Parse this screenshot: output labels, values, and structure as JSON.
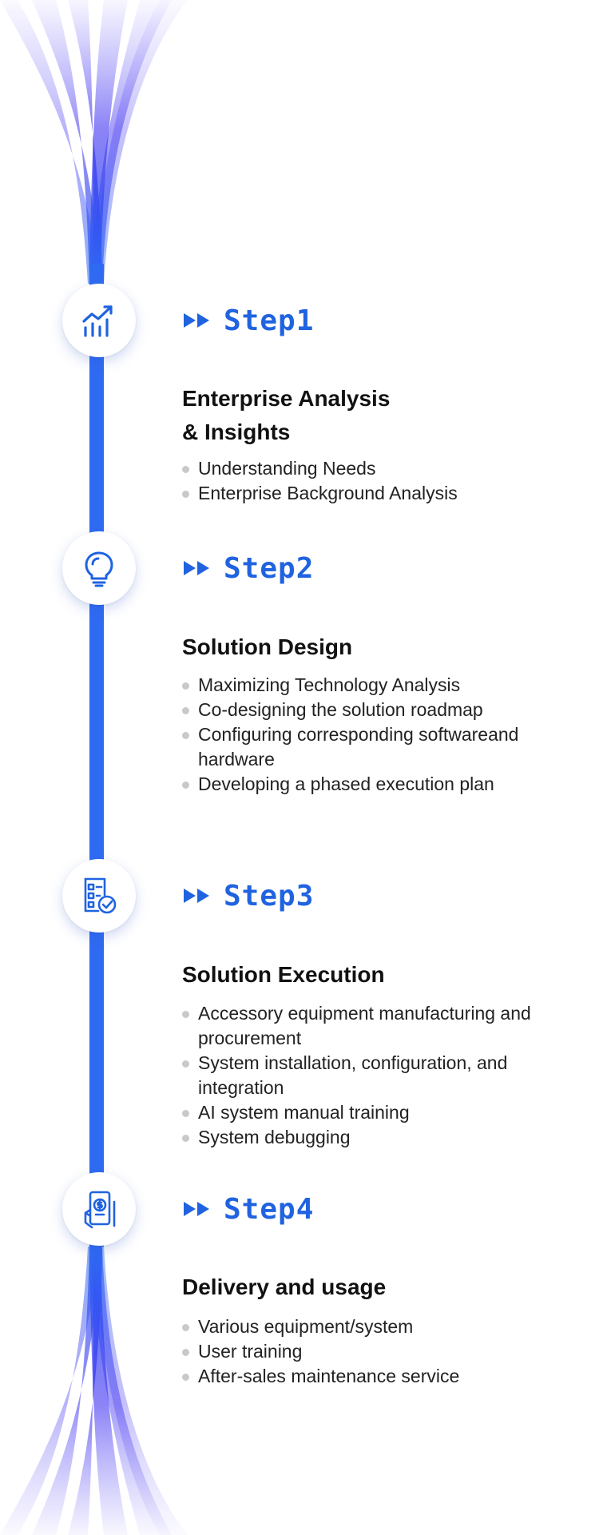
{
  "colors": {
    "accent": "#2063e0",
    "line": "#2f6bf2",
    "gradient_deep": "#2a1ce8",
    "bullet": "#c9c9c9"
  },
  "steps": [
    {
      "label": "Step1",
      "icon": "growth-chart-icon",
      "title": "Enterprise Analysis\n& Insights",
      "items": [
        "Understanding Needs",
        "Enterprise Background Analysis"
      ]
    },
    {
      "label": "Step2",
      "icon": "lightbulb-icon",
      "title": "Solution Design",
      "items": [
        "Maximizing Technology Analysis",
        "Co-designing the solution roadmap",
        "Configuring corresponding softwareand hardware",
        "Developing a phased execution plan"
      ]
    },
    {
      "label": "Step3",
      "icon": "checklist-icon",
      "title": "Solution Execution",
      "items": [
        "Accessory equipment manufacturing and procurement",
        "System installation, configuration, and integration",
        "AI system manual training",
        "System debugging"
      ]
    },
    {
      "label": "Step4",
      "icon": "mobile-payment-icon",
      "title": "Delivery and usage",
      "items": [
        "Various equipment/system",
        "User training",
        "After-sales maintenance service"
      ]
    }
  ]
}
